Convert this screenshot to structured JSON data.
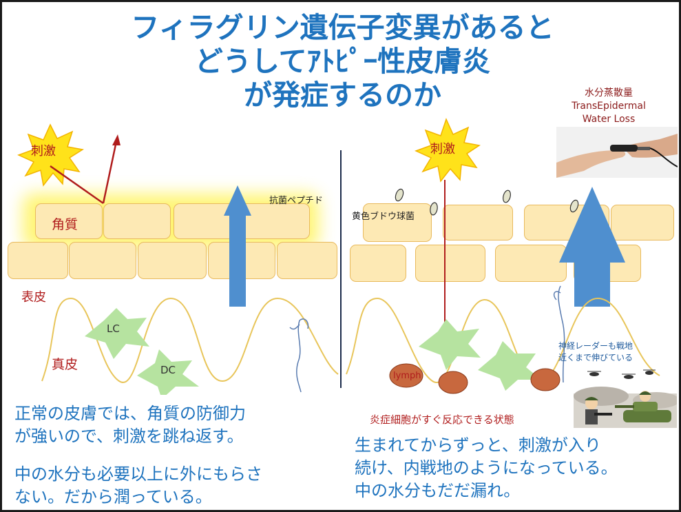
{
  "title": {
    "line1": "フィラグリン遺伝子変異があると",
    "line2": "どうしてｱﾄﾋﾟｰ性皮膚炎",
    "line3": "が発症するのか"
  },
  "left": {
    "stimulus": "刺激",
    "stratum_corneum": "角質",
    "antimicrobial_peptide": "抗菌ペプチド",
    "epidermis": "表皮",
    "dermis": "真皮",
    "lc": "LC",
    "dc": "DC",
    "caption1_line1": "正常の皮膚では、角質の防御力",
    "caption1_line2": "が強いので、刺激を跳ね返す。",
    "caption2_line1": "中の水分も必要以上に外にもらさ",
    "caption2_line2": "ない。だから潤っている。"
  },
  "right": {
    "tewl_line1": "水分蒸散量",
    "tewl_line2": "TransEpidermal",
    "tewl_line3": "Water Loss",
    "stimulus": "刺激",
    "staph": "黄色ブドウ球菌",
    "nerve_note_line1": "神経レーダーも戦地",
    "nerve_note_line2": "近くまで伸びている",
    "lymph": "lymph",
    "inflammation_note": "炎症細胞がすぐ反応できる状態",
    "caption_line1": "生まれてからずっと、刺激が入り",
    "caption_line2": "続け、内戦地のようになっている。",
    "caption_line3": "中の水分もだだ漏れ。"
  },
  "colors": {
    "title": "#1e73be",
    "accent_red": "#b01c1c",
    "cell_fill": "#fde9b4",
    "cell_border": "#e8b95c",
    "water_arrow": "#4f8fcf",
    "glow": "#fff35c",
    "cell_green": "#b6e3a0"
  }
}
